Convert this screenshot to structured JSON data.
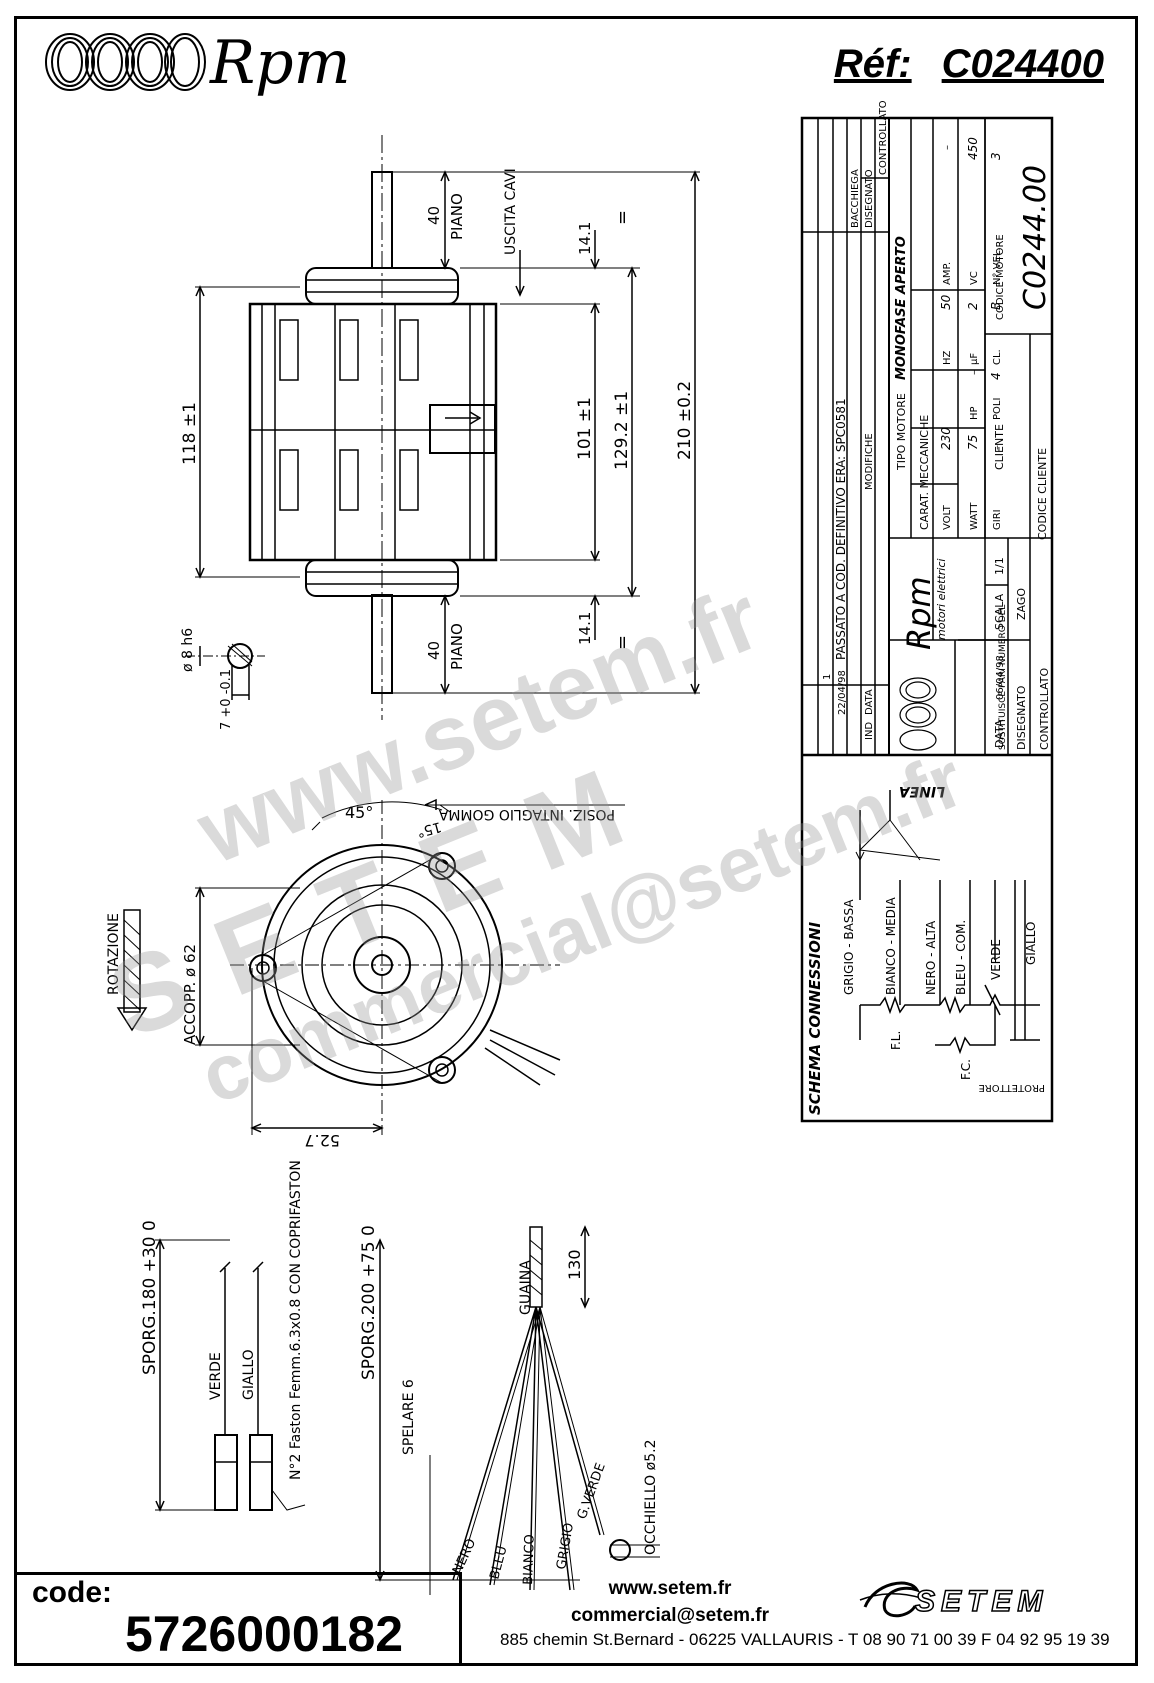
{
  "header": {
    "brand": "Rpm",
    "ref_label": "Réf:",
    "ref_value": "C024400"
  },
  "title_block": {
    "revision_note": "PASSATO A COD. DEFINITIVO ERA: SPC0581",
    "revision_index": "1",
    "revision_date": "22/04/98",
    "col_ind": "IND",
    "col_data": "DATA",
    "col_modifiche": "MODIFICHE",
    "col_bacchiega": "BACCHIEGA",
    "col_disegnato": "DISEGNATO",
    "col_controllato": "CONTROLLATO",
    "tipo_motore_label": "TIPO MOTORE",
    "tipo_motore_value": "MONOFASE APERTO",
    "carat_meccaniche": "CARAT. MECCANICHE",
    "volt_label": "VOLT",
    "volt_value": "230",
    "hz_label": "HZ",
    "hz_value": "50",
    "amp_label": "AMP.",
    "amp_value": "–",
    "watt_label": "WATT",
    "watt_value": "75",
    "hp_label": "HP",
    "hp_value": "–",
    "uf_label": "µF",
    "uf_value": "2",
    "vc_label": "VC",
    "vc_value": "450",
    "giri_label": "GIRI",
    "giri_value": "–",
    "poli_label": "POLI",
    "poli_value": "4",
    "cl_label": "CL.",
    "cl_value": "B",
    "nvel_label": "N° VEL.",
    "nvel_value": "3",
    "codice_motore_label": "CODICE MOTORE",
    "codice_motore_value": "C0244.00",
    "cliente_label": "CLIENTE",
    "codice_cliente_label": "CODICE CLIENTE",
    "rpm_brand": "Rpm",
    "rpm_sub": "motori elettrici",
    "sostituisce": "SOSTITUISCE PARI NUMERO DEL",
    "sostituisce_value": "–",
    "data_label": "DATA",
    "data_value": "06/04/98",
    "scala_label": "SCALA",
    "scala_value": "1/1",
    "disegnato_label": "DISEGNATO",
    "disegnato_value": "ZAGO",
    "controllato_label": "CONTROLLATO"
  },
  "schema": {
    "title": "SCHEMA CONNESSIONI",
    "linea": "LINEA",
    "wires": [
      "GRIGIO - BASSA",
      "BIANCO - MEDIA",
      "NERO - ALTA",
      "BLEU - COM.",
      "VERDE",
      "GIALLO"
    ],
    "fl": "F.L.",
    "fc": "F.C.",
    "protettore": "PROTETTORE"
  },
  "dimensions": {
    "d40_top": "40",
    "piano_top": "PIANO",
    "uscita_cavi": "USCITA CAVI",
    "d14_1_top": "14.1",
    "eq_top": "=",
    "d118": "118 ±1",
    "d101": "101 ±1",
    "d129": "129.2 ±1",
    "d210": "210 ±0.2",
    "d40_bottom": "40",
    "piano_bottom": "PIANO",
    "d14_1_bottom": "14.1",
    "eq_bottom": "=",
    "shaft_dia": "ø 8 h6",
    "flat": "7 +0 -0.1",
    "angle45": "45°",
    "angle15": "15°",
    "posiz_intaglio": "POSIZ. INTAGLIO GOMMA",
    "rotazione": "ROTAZIONE",
    "accopp": "ACCOPP. ø 62",
    "d52_7": "52.7",
    "sporg180": "SPORG.180 +30 0",
    "sporg200": "SPORG.200 +75 0",
    "verde": "VERDE",
    "giallo": "GIALLO",
    "faston": "N°2 Faston Femm.6.3x0.8 CON COPRIFASTON",
    "guaina": "GUAINA",
    "d130": "130",
    "spelare": "SPELARE 6",
    "leads": [
      "NERO",
      "BLEU",
      "BIANCO",
      "GRIGIO",
      "G.VERDE"
    ],
    "occhiello": "OCCHIELLO ø5.2"
  },
  "watermark": {
    "url": "www.setem.fr",
    "brand": "SETEM",
    "mail": "commercial@setem.fr"
  },
  "footer": {
    "code_label": "code:",
    "code_value": "5726000182",
    "website": "www.setem.fr",
    "email": "commercial@setem.fr",
    "address": "885 chemin St.Bernard  -  06225 VALLAURIS  -  T 08 90 71 00 39  F 04 92 95 19 39",
    "setem_logo": "SETEM"
  }
}
